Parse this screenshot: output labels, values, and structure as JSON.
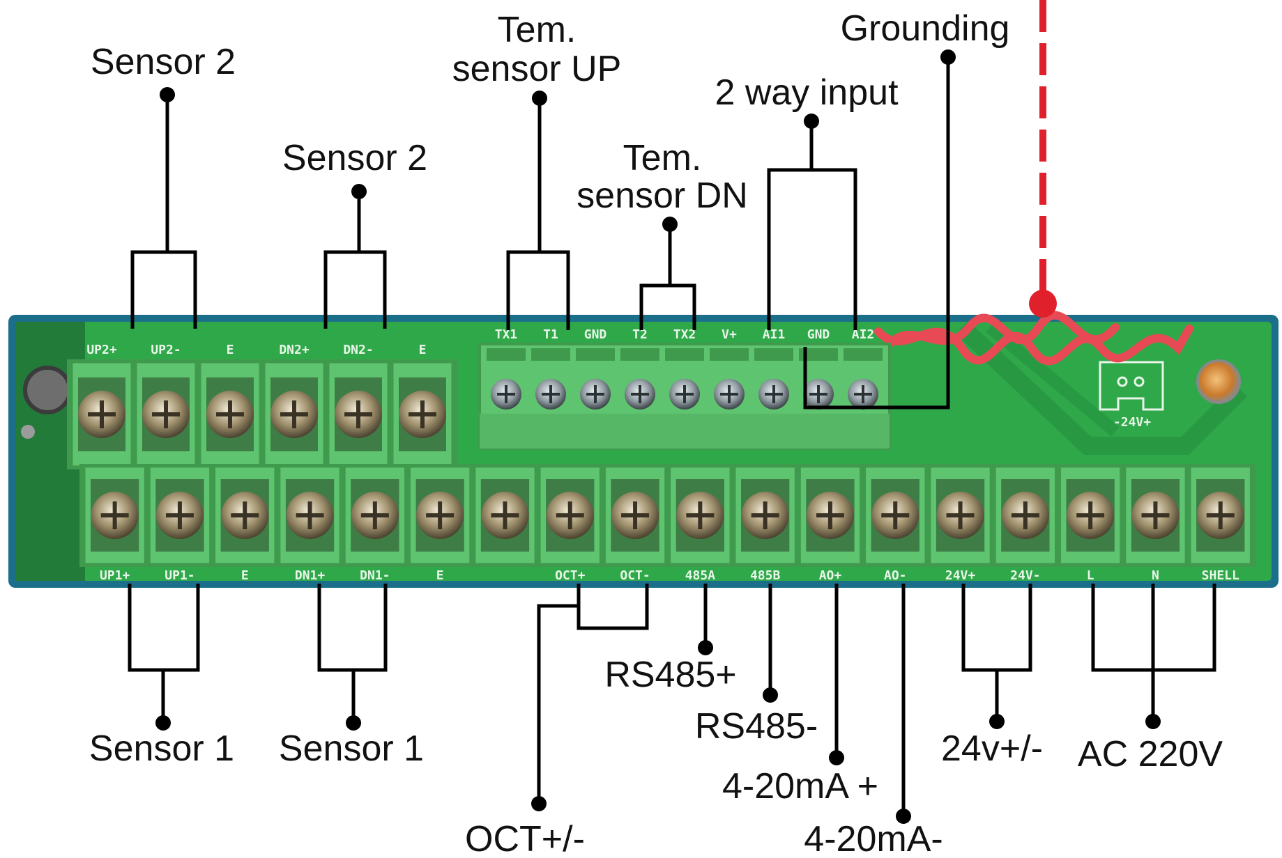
{
  "callouts": {
    "sensor2_up": "Sensor 2",
    "sensor2_dn": "Sensor 2",
    "tem_up_line1": "Tem.",
    "tem_up_line2": "sensor UP",
    "tem_dn_line1": "Tem.",
    "tem_dn_line2": "sensor DN",
    "two_way_input": "2 way input",
    "grounding": "Grounding",
    "sensor1_up": "Sensor 1",
    "sensor1_dn": "Sensor 1",
    "oct": "OCT+/-",
    "rs485_plus": "RS485+",
    "rs485_minus": "RS485-",
    "ma_plus": "4-20mA +",
    "ma_minus": "4-20mA-",
    "v24": "24v+/-",
    "ac220": "AC 220V"
  },
  "top_left_terminals": [
    "UP2+",
    "UP2-",
    "E",
    "DN2+",
    "DN2-",
    "E"
  ],
  "top_right_terminals": [
    "TX1",
    "T1",
    "GND",
    "T2",
    "TX2",
    "V+",
    "AI1",
    "GND",
    "AI2"
  ],
  "bottom_terminals": [
    "UP1+",
    "UP1-",
    "E",
    "DN1+",
    "DN1-",
    "E",
    "",
    "OCT+",
    "OCT-",
    "485A",
    "485B",
    "AO+",
    "AO-",
    "24V+",
    "24V-",
    "L",
    "N",
    "SHELL"
  ],
  "board_marking": "-24V+",
  "colors": {
    "pcb": "#2fa84a",
    "pcb_border": "#1b6f8a",
    "terminal": "#5ec46f",
    "terminal_dark": "#3f9a4e",
    "screw": "#a59a7a",
    "grounding_line": "#e0202a"
  }
}
